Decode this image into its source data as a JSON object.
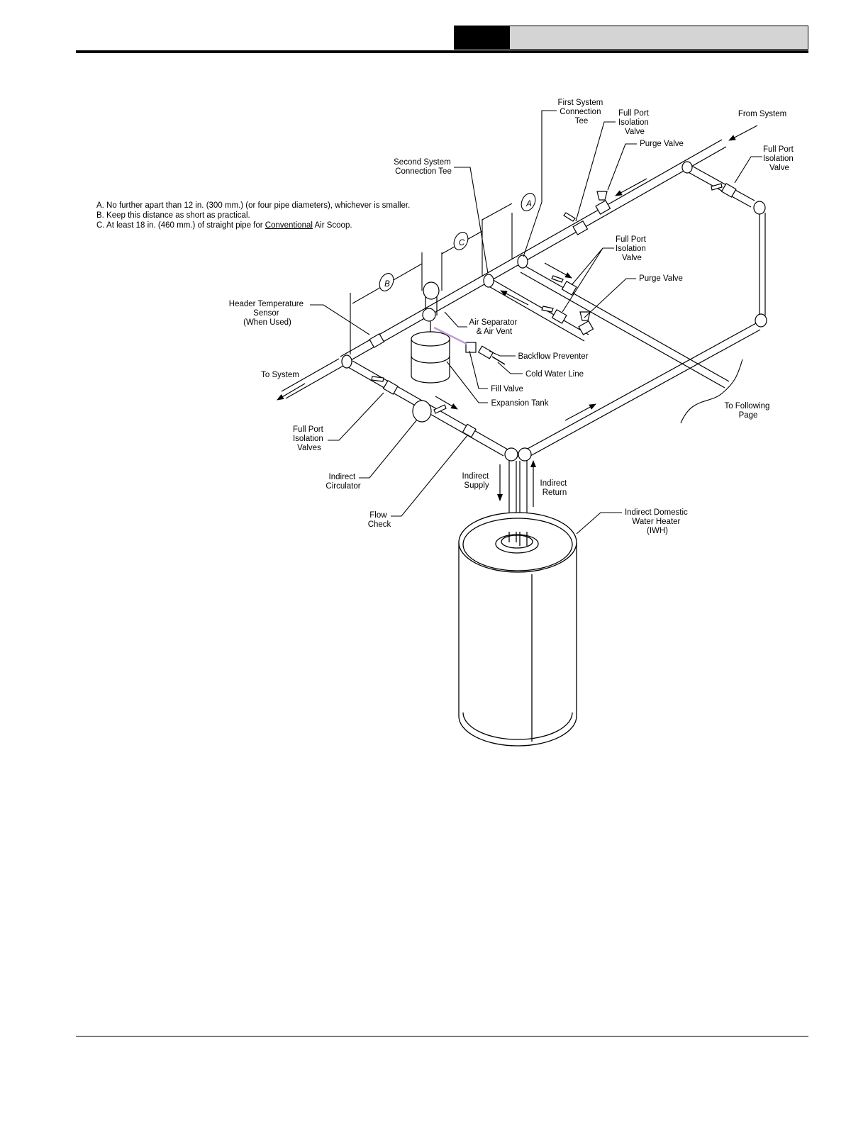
{
  "notes": {
    "a": "A. No further apart than 12 in. (300 mm.) (or four pipe diameters), whichever is smaller.",
    "b": "B. Keep this distance as short as practical.",
    "c_before": "C. At least 18 in. (460 mm.) of straight pipe for ",
    "c_underlined": "Conventional",
    "c_after": " Air Scoop."
  },
  "dimension_letters": {
    "a": "A",
    "b": "B",
    "c": "C"
  },
  "labels": {
    "first_tee": [
      "First System",
      "Connection",
      "Tee"
    ],
    "fpiv_top": [
      "Full Port",
      "Isolation",
      "Valve"
    ],
    "from_system": [
      "From System"
    ],
    "fpiv_right": [
      "Full Port",
      "Isolation",
      "Valve"
    ],
    "purge_top": [
      "Purge Valve"
    ],
    "second_tee": [
      "Second System",
      "Connection Tee"
    ],
    "fpiv_mid": [
      "Full Port",
      "Isolation",
      "Valve"
    ],
    "purge_mid": [
      "Purge Valve"
    ],
    "header_sensor": [
      "Header Temperature",
      "Sensor",
      "(When Used)"
    ],
    "air_separator": [
      "Air Separator",
      "& Air Vent"
    ],
    "backflow": [
      "Backflow Preventer"
    ],
    "to_system": [
      "To System"
    ],
    "cold_water": [
      "Cold Water Line"
    ],
    "fill_valve": [
      "Fill Valve"
    ],
    "expansion_tank": [
      "Expansion Tank"
    ],
    "to_following": [
      "To Following",
      "Page"
    ],
    "fpiv_valves": [
      "Full Port",
      "Isolation",
      "Valves"
    ],
    "indirect_circ": [
      "Indirect",
      "Circulator"
    ],
    "indirect_supply": [
      "Indirect",
      "Supply"
    ],
    "indirect_return": [
      "Indirect",
      "Return"
    ],
    "flow_check": [
      "Flow",
      "Check"
    ],
    "iwh": [
      "Indirect Domestic",
      "Water Heater",
      "(IWH)"
    ]
  }
}
